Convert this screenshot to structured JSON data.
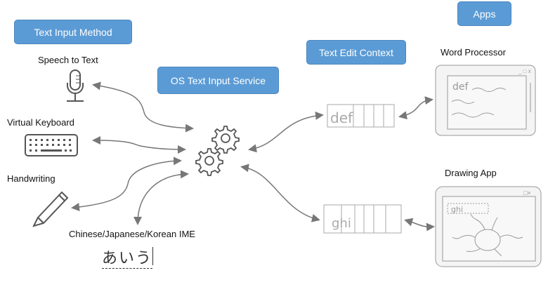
{
  "headers": {
    "text_input_method": "Text Input Method",
    "os_text_input_service": "OS Text Input Service",
    "text_edit_context": "Text Edit Context",
    "apps": "Apps"
  },
  "input_methods": [
    {
      "label": "Speech to Text",
      "icon": "microphone-icon"
    },
    {
      "label": "Virtual Keyboard",
      "icon": "keyboard-icon"
    },
    {
      "label": "Handwriting",
      "icon": "pencil-icon"
    },
    {
      "label": "Chinese/Japanese/Korean IME",
      "icon": "ime-composition",
      "composition": "あいう"
    }
  ],
  "service_icon": "gears-icon",
  "edit_contexts": [
    {
      "text": "def"
    },
    {
      "text": "ghi"
    }
  ],
  "apps": [
    {
      "label": "Word Processor",
      "content": "def"
    },
    {
      "label": "Drawing App",
      "content": "ghi"
    }
  ],
  "colors": {
    "header_box": "#5b9bd5",
    "arrow": "#777777",
    "sketch": "#999999"
  }
}
